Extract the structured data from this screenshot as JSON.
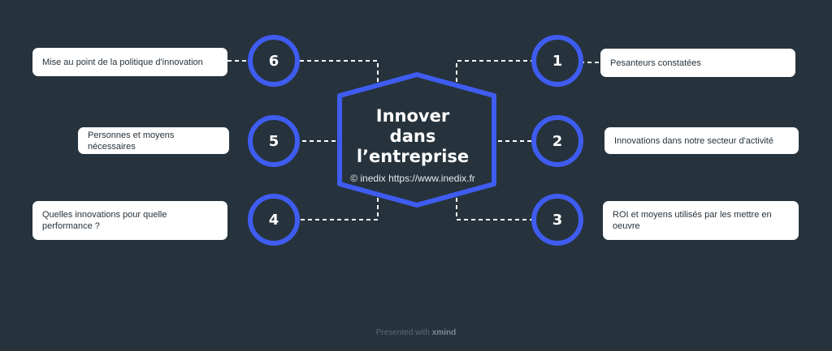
{
  "diagram": {
    "center": {
      "lines": [
        "Innover",
        "dans",
        "l’entreprise"
      ]
    },
    "watermark": "© inedix https://www.inedix.fr",
    "colors": {
      "background": "#26333c",
      "accent": "#3f5cf0",
      "node_fill": "#ffffff",
      "connector": "#ffffff"
    },
    "nodes": [
      {
        "number": "1",
        "label": "Pesanteurs constatées"
      },
      {
        "number": "2",
        "label": "Innovations dans notre secteur d'activité"
      },
      {
        "number": "3",
        "label": "ROI et moyens utilisés par les mettre en oeuvre"
      },
      {
        "number": "4",
        "label": "Quelles innovations pour quelle performance ?"
      },
      {
        "number": "5",
        "label": "Personnes et moyens nécessaires"
      },
      {
        "number": "6",
        "label": "Mise au point de la politique d'innovation"
      }
    ]
  },
  "footer": {
    "text": "Presented with",
    "brand": "xmind"
  }
}
